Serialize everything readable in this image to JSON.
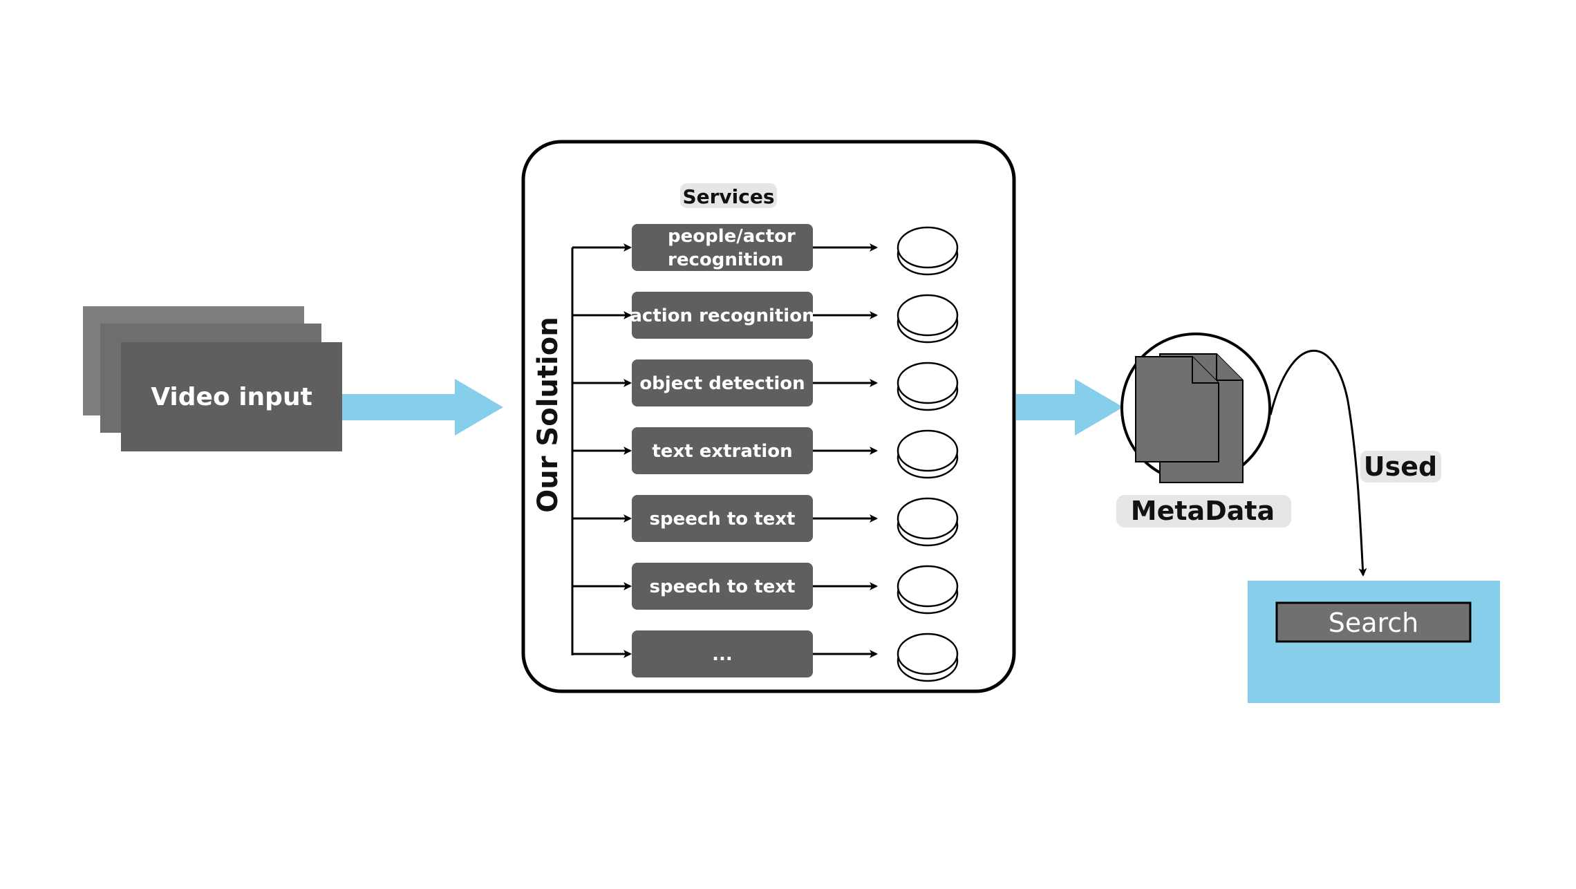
{
  "video_input": {
    "label": "Video input"
  },
  "solution": {
    "label": "Our Solution",
    "services_title": "Services",
    "services": [
      {
        "lines": [
          "people/actor",
          "recognition"
        ]
      },
      {
        "lines": [
          "action recognition"
        ]
      },
      {
        "lines": [
          "object detection"
        ]
      },
      {
        "lines": [
          "text extration"
        ]
      },
      {
        "lines": [
          "speech to text"
        ]
      },
      {
        "lines": [
          "speech to text"
        ]
      },
      {
        "lines": [
          "..."
        ]
      }
    ]
  },
  "metadata": {
    "label": "MetaData"
  },
  "connector": {
    "label": "Used"
  },
  "search": {
    "label": "Search"
  },
  "colors": {
    "accent_blue": "#87CEEB",
    "box_dark": "#5f5f5f",
    "frame_mid": "#6e6e6e",
    "frame_light": "#7d7d7d",
    "label_bg": "#e6e6e6",
    "doc_gray": "#707070"
  }
}
